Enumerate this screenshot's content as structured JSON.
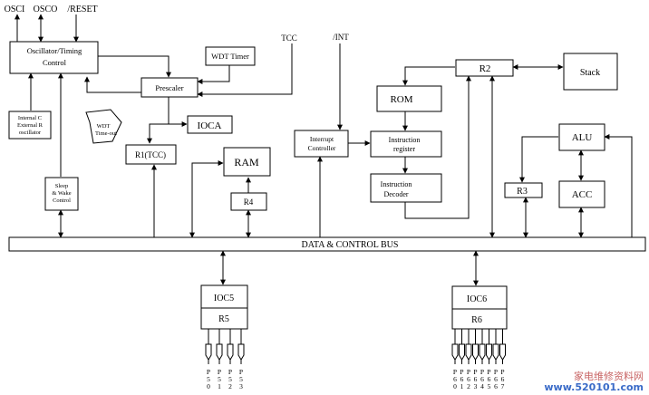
{
  "signals": {
    "osci": "OSCI",
    "osco": "OSCO",
    "reset": "/RESET",
    "tcc": "TCC",
    "int": "/INT"
  },
  "blocks": {
    "oscillator": [
      "Oscillator/Timing",
      "Control"
    ],
    "wdt_timer": "WDT Timer",
    "prescaler": "Prescaler",
    "ioca": "IOCA",
    "r1": "R1(TCC)",
    "ram": "RAM",
    "r4": "R4",
    "rc_osc": [
      "Internal C",
      "External R",
      "oscillator"
    ],
    "wdt_timeout": [
      "WDT",
      "Time-out"
    ],
    "sleep": [
      "Sleep",
      "& Wake",
      "Control"
    ],
    "interrupt": [
      "Interrupt",
      "Controller"
    ],
    "rom": "ROM",
    "inst_reg": [
      "Instruction",
      "register"
    ],
    "inst_dec": [
      "Instruction",
      "Decoder"
    ],
    "r2": "R2",
    "stack": "Stack",
    "alu": "ALU",
    "r3": "R3",
    "acc": "ACC",
    "bus": "DATA & CONTROL BUS",
    "ioc5": "IOC5",
    "r5": "R5",
    "ioc6": "IOC6",
    "r6": "R6"
  },
  "ports": {
    "p5": [
      "P50",
      "P51",
      "P52",
      "P53"
    ],
    "p6": [
      "P60",
      "P61",
      "P62",
      "P63",
      "P64",
      "P65",
      "P66",
      "P67"
    ]
  },
  "watermark": {
    "cn": "家电维修资料网",
    "url": "www.520101.com"
  }
}
